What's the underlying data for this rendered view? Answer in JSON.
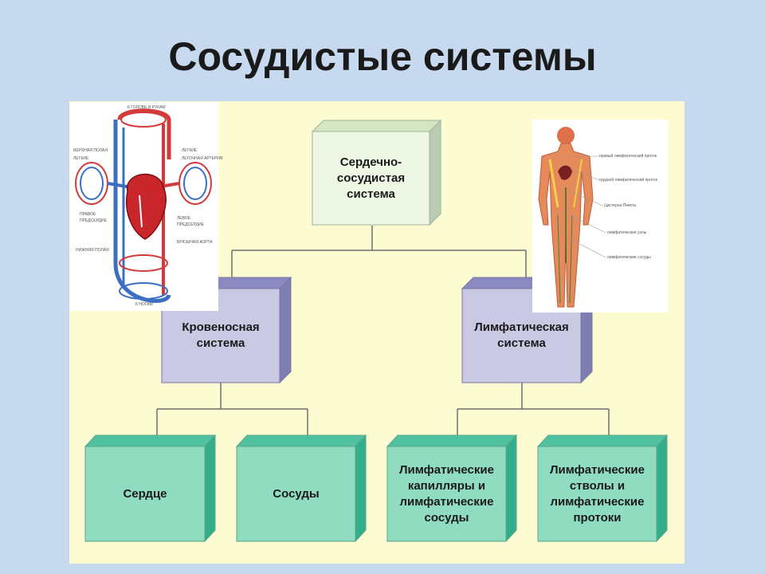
{
  "title": "Сосудистые системы",
  "nodes": {
    "root": "Сердечно-\nсосудистая\nсистема",
    "blood": "Кровеносная\nсистема",
    "lymph": "Лимфатическая\nсистема",
    "heart": "Сердце",
    "vessels": "Сосуды",
    "lymph_capillaries": "Лимфатические\nкапилляры и\nлимфатические\nсосуды",
    "lymph_trunks": "Лимфатические\nстволы и\nлимфатические\nпротоки"
  },
  "colors": {
    "background": "#c7d9ef",
    "panel": "#fdfbd2",
    "root_box": "#eef6e4",
    "mid_box": "#c9c9e3",
    "leaf_box": "#8fdcc0",
    "connector": "#666666"
  },
  "illustrations": {
    "left": "circulatory-diagram",
    "right": "lymphatic-system-figure"
  }
}
